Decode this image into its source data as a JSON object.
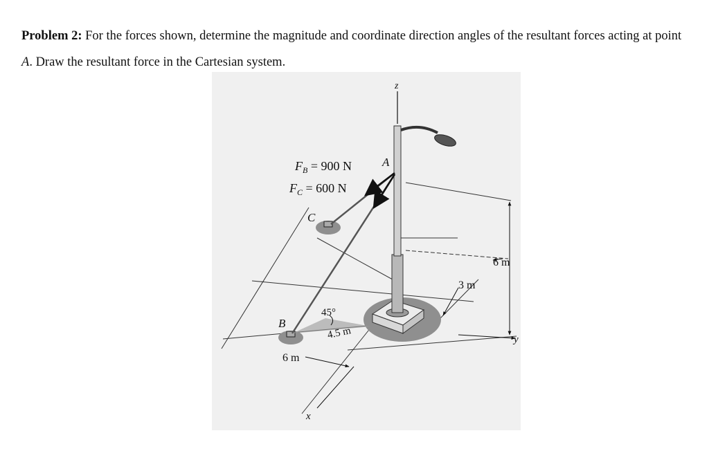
{
  "problem": {
    "label": "Problem 2:",
    "text_before_point": " For the forces shown, determine the magnitude and coordinate direction angles of the resultant forces acting at point ",
    "point": "A",
    "text_after_point": ". Draw the resultant force in the Cartesian system."
  },
  "figure": {
    "labels": {
      "z_axis": "z",
      "y_axis": "y",
      "x_axis": "x",
      "point_a": "A",
      "point_b": "B",
      "point_c": "C",
      "fb_sym": "F",
      "fb_sub": "B",
      "fb_val": " = 900 N",
      "fc_sym": "F",
      "fc_sub": "C",
      "fc_val": " = 600 N",
      "angle": "45°",
      "dist_45": "4.5 m",
      "dist_6m_bottom": "6 m",
      "dist_3m": "3 m",
      "dist_6m_height": "6 m"
    }
  },
  "colors": {
    "background": "#ffffff",
    "figure_bg": "#f0f0f0",
    "ink": "#111111",
    "pole": "#b8b8b8",
    "base_shadow": "#8f8f8f"
  }
}
